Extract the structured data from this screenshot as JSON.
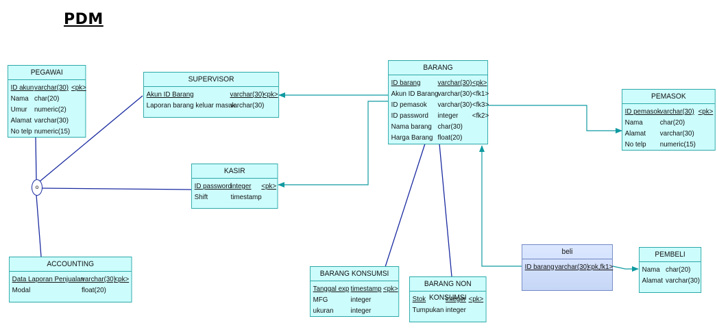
{
  "title": "PDM",
  "colors": {
    "entity_fill": "#cdfcfc",
    "entity_border": "#2aa7a7",
    "line_blue": "#1a2aa0",
    "arrow_teal": "#0f9aa0",
    "beli_fill": "#c6d6f6"
  },
  "junction_label": "o",
  "entities": {
    "pegawai": {
      "name": "PEGAWAI",
      "rows": [
        {
          "a": "ID akun",
          "b": "varchar(30)",
          "c": "<pk>",
          "key": true
        },
        {
          "a": "Nama",
          "b": "char(20)",
          "c": ""
        },
        {
          "a": "Umur",
          "b": "numeric(2)",
          "c": ""
        },
        {
          "a": "Alamat",
          "b": "varchar(30)",
          "c": ""
        },
        {
          "a": "No telp",
          "b": "numeric(15)",
          "c": ""
        }
      ]
    },
    "supervisor": {
      "name": "SUPERVISOR",
      "rows": [
        {
          "a": "Akun ID Barang",
          "b": "varchar(30)",
          "c": "<pk>",
          "key": true
        },
        {
          "a": "Laporan barang keluar masuk",
          "b": "varchar(30)",
          "c": ""
        }
      ]
    },
    "kasir": {
      "name": "KASIR",
      "rows": [
        {
          "a": "ID password",
          "b": "integer",
          "c": "<pk>",
          "key": true
        },
        {
          "a": "Shift",
          "b": "timestamp",
          "c": ""
        }
      ]
    },
    "accounting": {
      "name": "ACCOUNTING",
      "rows": [
        {
          "a": "Data Laporan Penjualan",
          "b": "varchar(30)",
          "c": "<pk>",
          "key": true
        },
        {
          "a": "Modal",
          "b": "float(20)",
          "c": ""
        }
      ]
    },
    "barang": {
      "name": "BARANG",
      "rows": [
        {
          "a": "ID barang",
          "b": "varchar(30)",
          "c": "<pk>",
          "key": true
        },
        {
          "a": "Akun ID Barang",
          "b": "varchar(30)",
          "c": "<fk1>"
        },
        {
          "a": "ID pemasok",
          "b": "varchar(30)",
          "c": "<fk3>"
        },
        {
          "a": "ID password",
          "b": "integer",
          "c": "<fk2>"
        },
        {
          "a": "Nama barang",
          "b": "char(30)",
          "c": ""
        },
        {
          "a": "Harga Barang",
          "b": "float(20)",
          "c": ""
        }
      ]
    },
    "pemasok": {
      "name": "PEMASOK",
      "rows": [
        {
          "a": "ID pemasok",
          "b": "varchar(30)",
          "c": "<pk>",
          "key": true
        },
        {
          "a": "Nama",
          "b": "char(20)",
          "c": ""
        },
        {
          "a": "Alamat",
          "b": "varchar(30)",
          "c": ""
        },
        {
          "a": "No telp",
          "b": "numeric(15)",
          "c": ""
        }
      ]
    },
    "barang_konsumsi": {
      "name": "BARANG KONSUMSI",
      "rows": [
        {
          "a": "Tanggal exp",
          "b": "timestamp",
          "c": "<pk>",
          "key": true
        },
        {
          "a": "MFG",
          "b": "integer",
          "c": ""
        },
        {
          "a": "ukuran",
          "b": "integer",
          "c": ""
        }
      ]
    },
    "barang_non_konsumsi": {
      "name": "BARANG NON KONSUMSI",
      "rows": [
        {
          "a": "Stok",
          "b": "integer",
          "c": "<pk>",
          "key": true
        },
        {
          "a": "Tumpukan",
          "b": "integer",
          "c": ""
        }
      ]
    },
    "beli": {
      "name": "beli",
      "rows": [
        {
          "a": "ID barang",
          "b": "varchar(30)",
          "c": "<pk,fk1>",
          "key": true
        }
      ]
    },
    "pembeli": {
      "name": "PEMBELI",
      "rows": [
        {
          "a": "Nama",
          "b": "char(20)",
          "c": ""
        },
        {
          "a": "Alamat",
          "b": "varchar(30)",
          "c": ""
        }
      ]
    }
  }
}
